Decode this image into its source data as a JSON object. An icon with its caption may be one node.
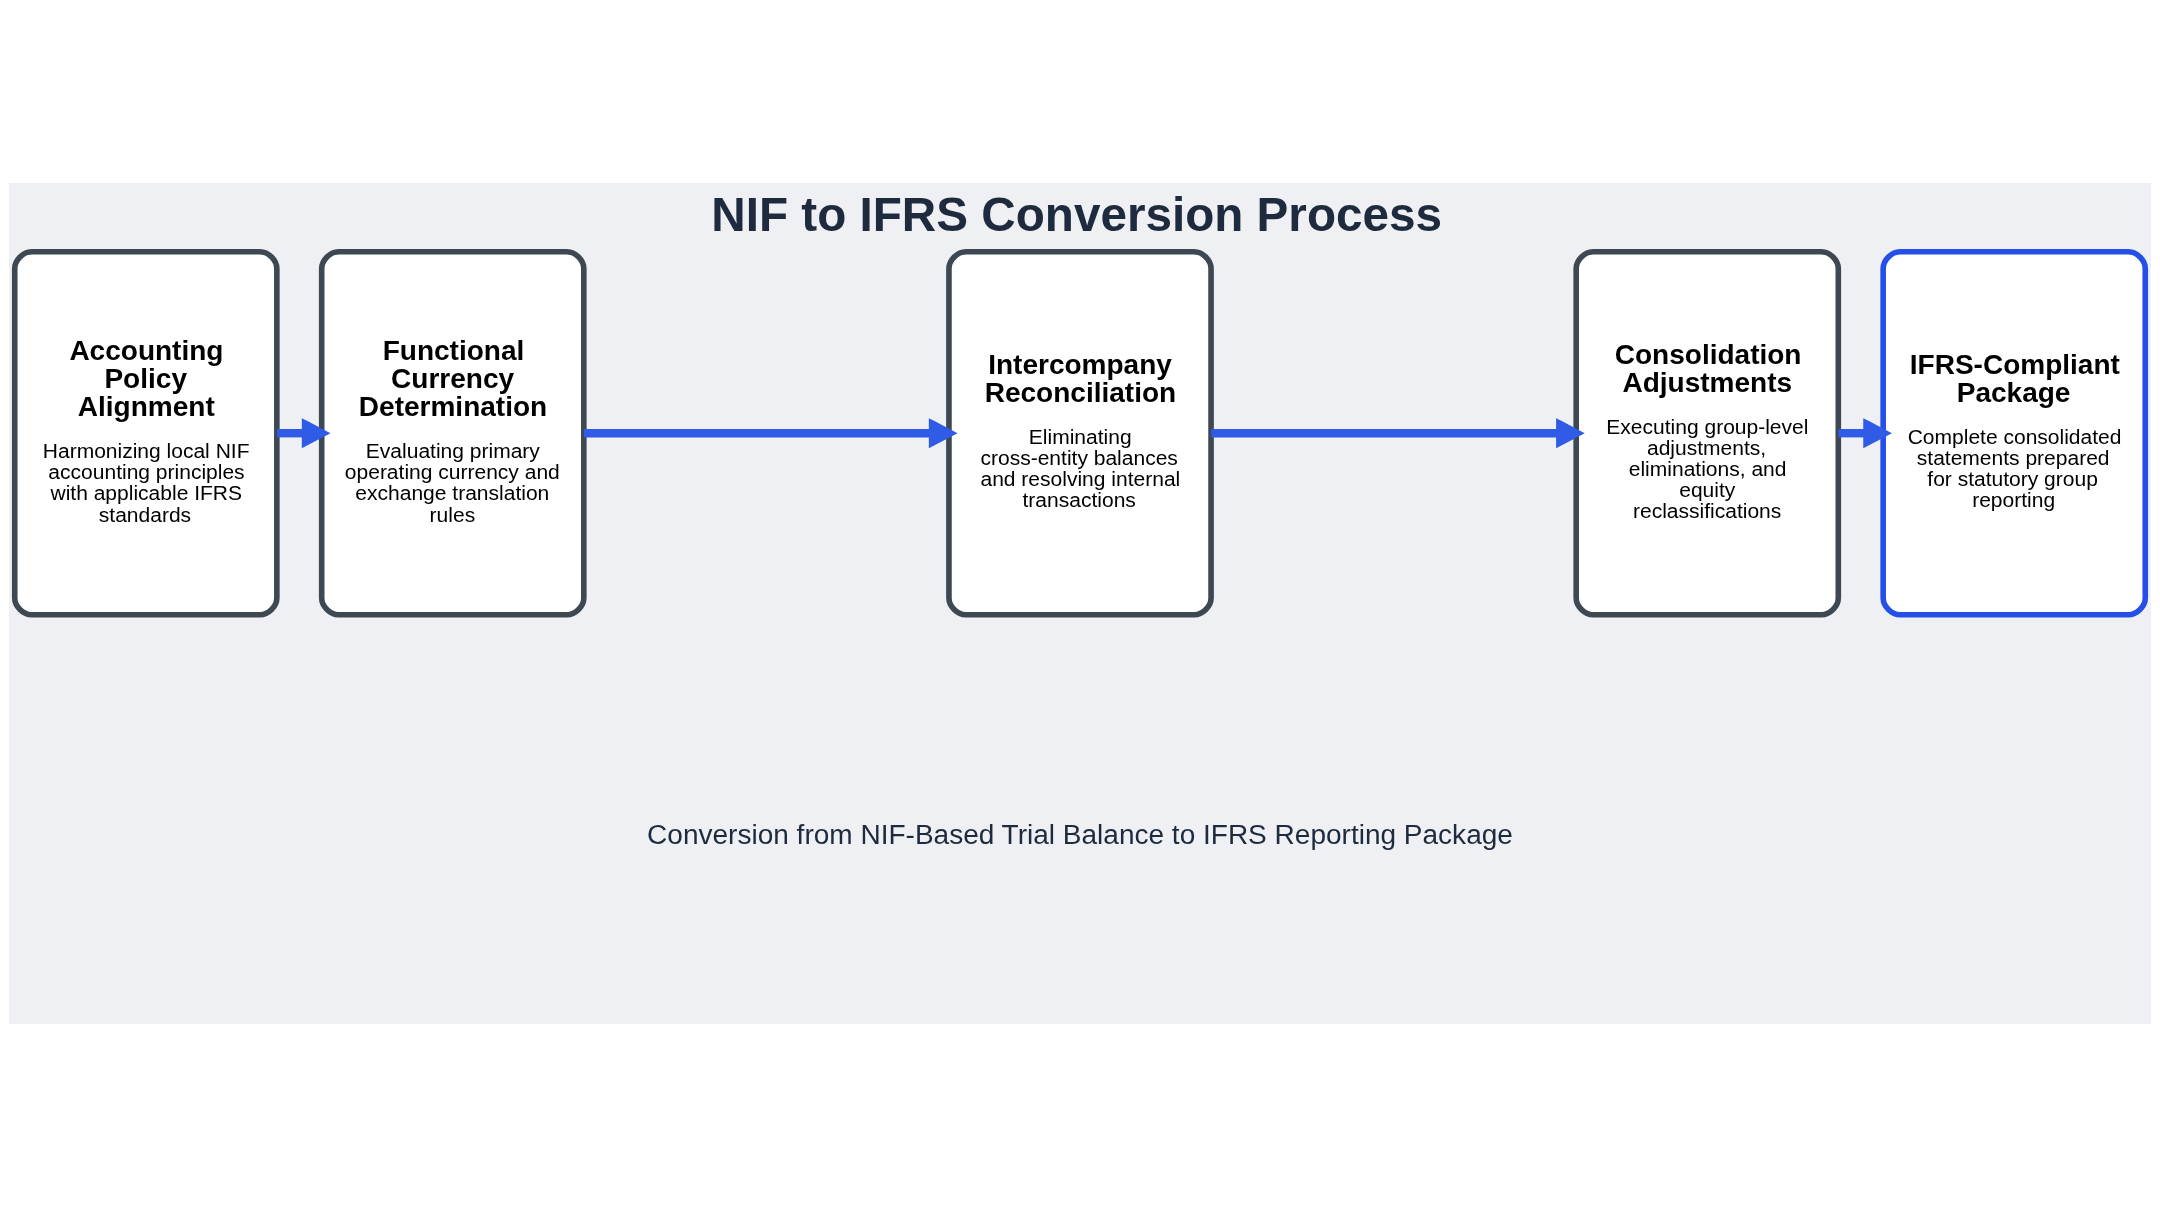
{
  "diagram": {
    "title": "NIF to IFRS Conversion Process",
    "nodes": [
      {
        "text": [
          "Accounting Policy Alignment",
          "Harmonizing local NIF accounting principles with applicable IFRS standards"
        ]
      },
      {
        "text": [
          "Functional Currency Determination",
          "Evaluating primary operating currency and exchange translation rules"
        ]
      },
      {
        "text": [
          "Intercompany Reconciliation",
          "Eliminating cross-entity balances and resolving internal transactions"
        ]
      },
      {
        "text": [
          "Consolidation Adjustments",
          "Executing group-level adjustments, eliminations, and equity reclassifications"
        ]
      },
      {
        "text": [
          "IFRS-Compliant Package",
          "Complete consolidated statements prepared for statutory group reporting"
        ]
      }
    ],
    "edges": [
      {
        "from": 0,
        "to": 1,
        "arrow": "to"
      },
      {
        "from": 1,
        "to": 2,
        "arrow": "to"
      },
      {
        "from": 2,
        "to": 3,
        "arrow": "to"
      },
      {
        "from": 3,
        "to": 4,
        "arrow": "to"
      }
    ],
    "labels": [
      "Conversion from NIF-Based Trial Balance to IFRS Reporting Package"
    ]
  }
}
